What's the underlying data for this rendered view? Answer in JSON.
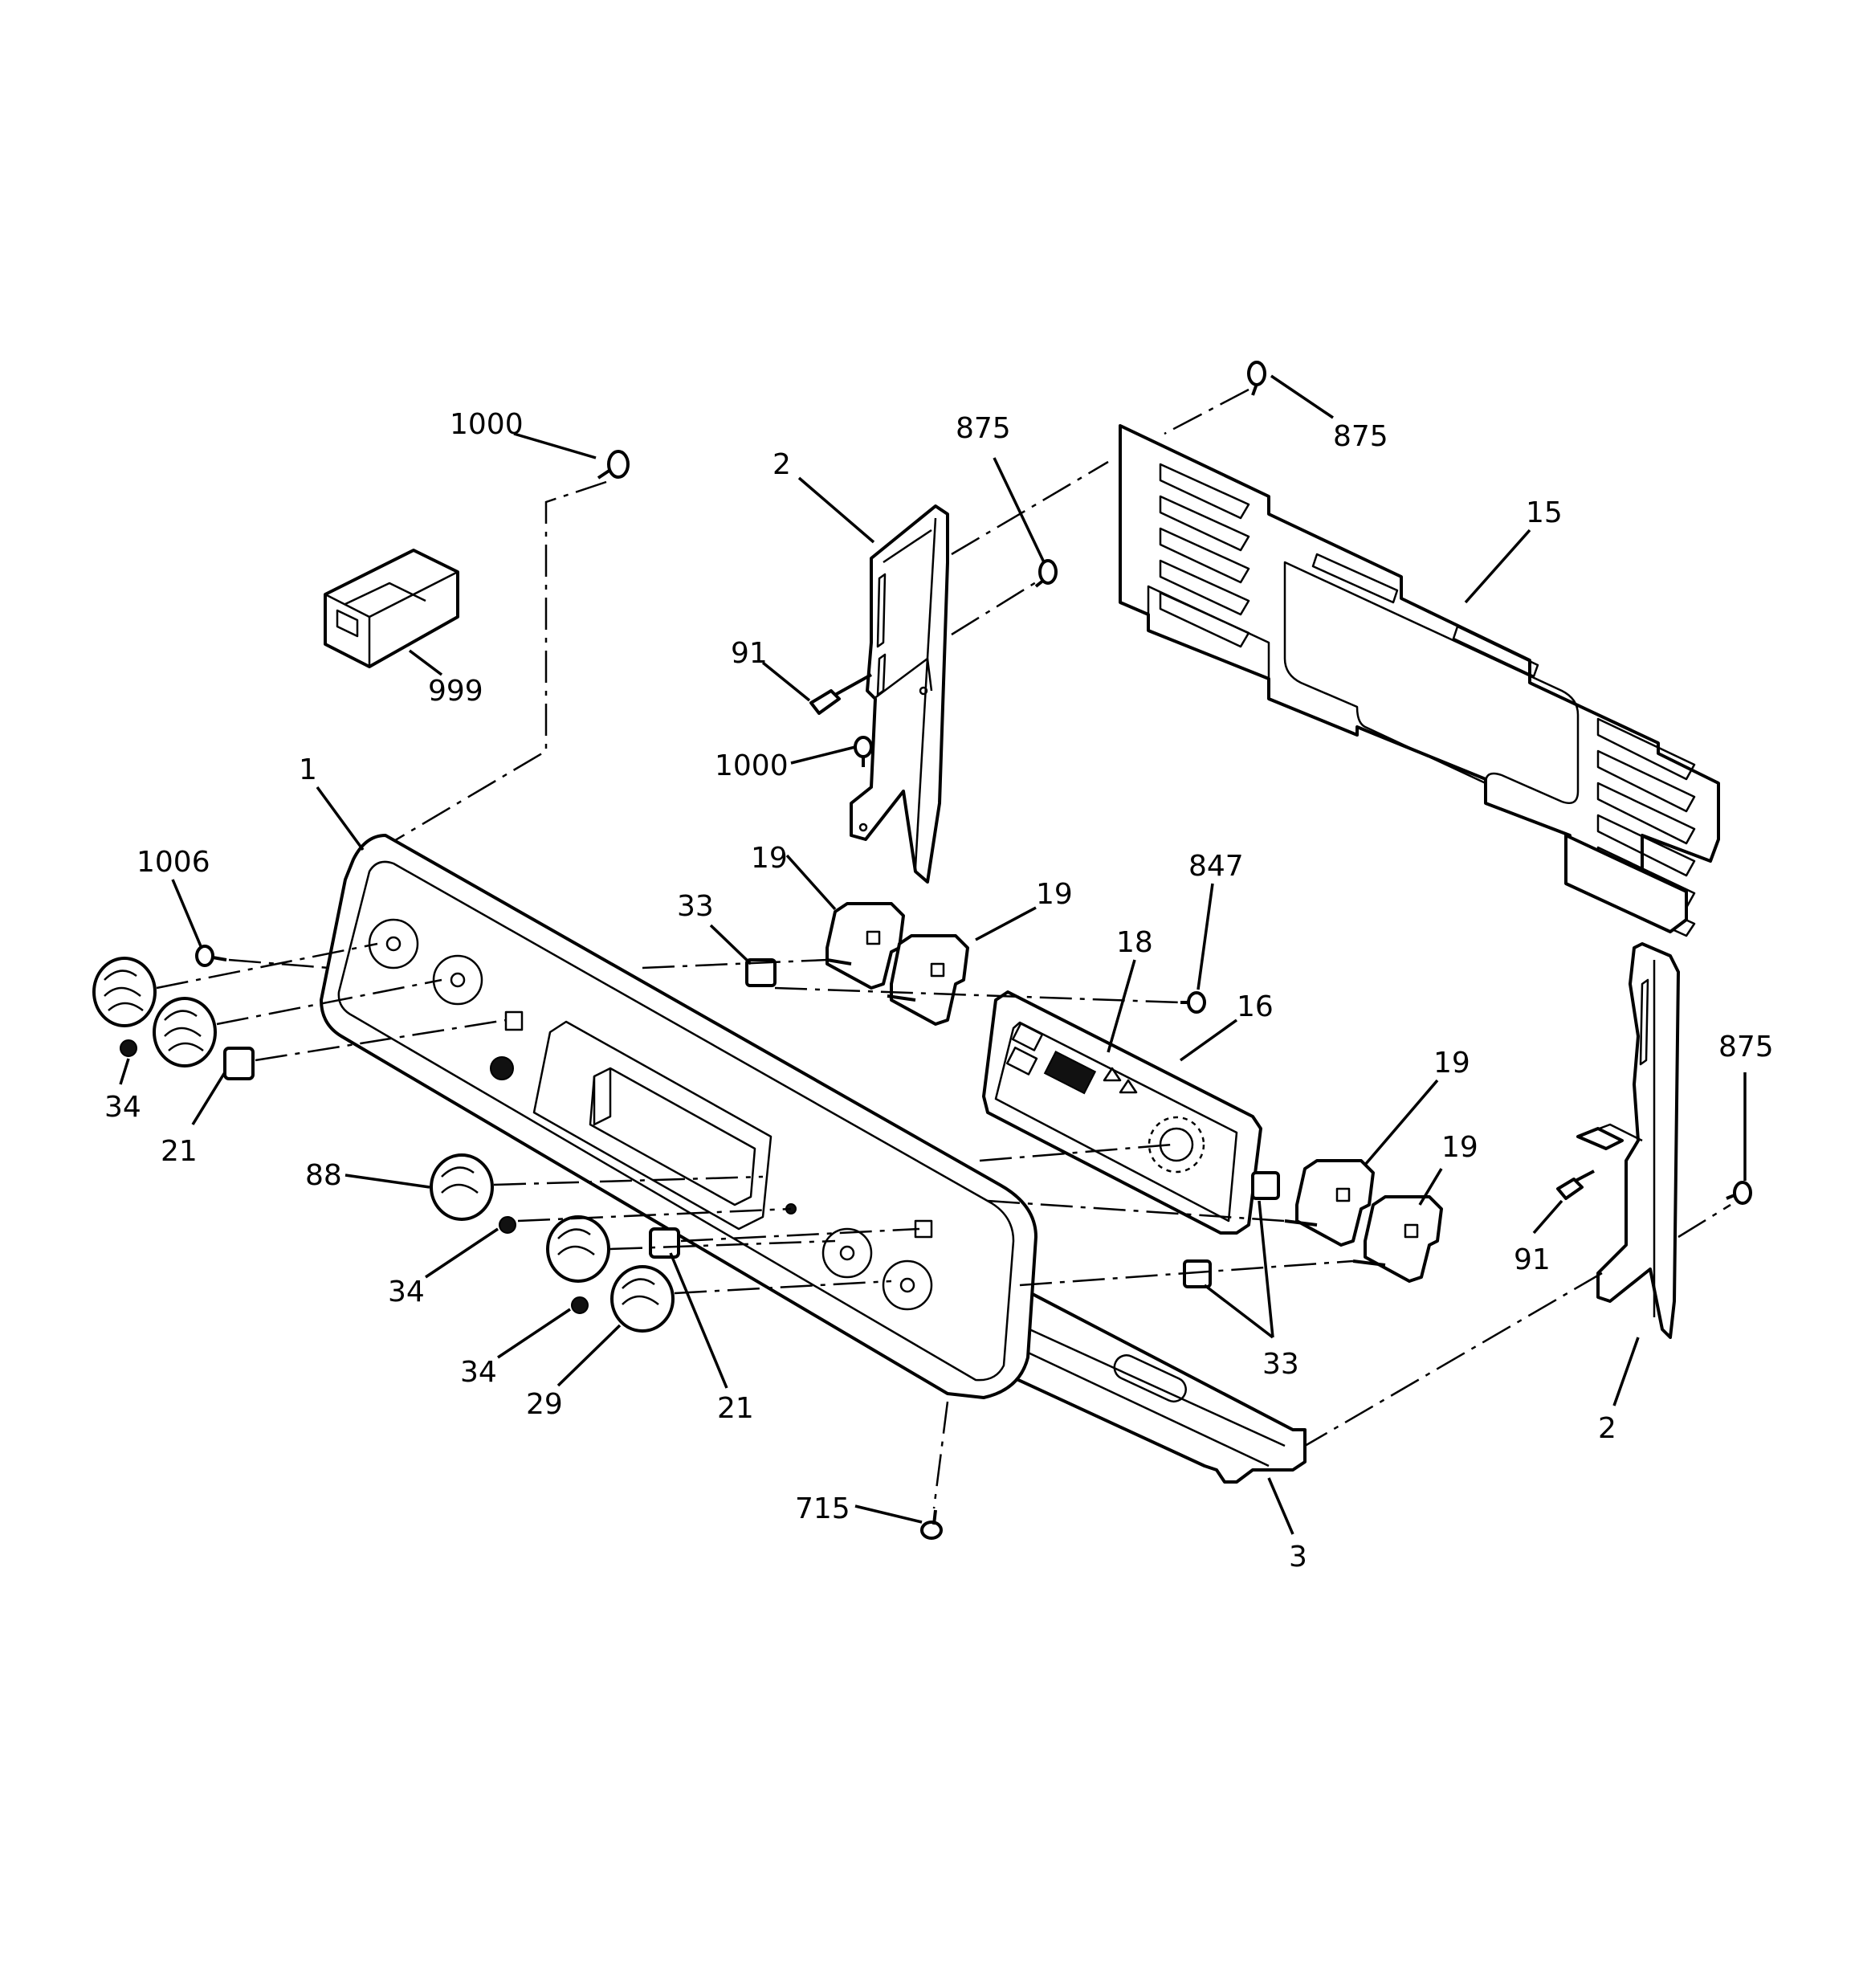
{
  "diagram": {
    "callouts": {
      "c1000a": "1000",
      "c999": "999",
      "c2a": "2",
      "c875a": "875",
      "c875b": "875",
      "c15": "15",
      "c91a": "91",
      "c1000b": "1000",
      "c1": "1",
      "c1006": "1006",
      "c34a": "34",
      "c21a": "21",
      "c19a": "19",
      "c33a": "33",
      "c19b": "19",
      "c847": "847",
      "c18": "18",
      "c16": "16",
      "c19c": "19",
      "c19d": "19",
      "c875c": "875",
      "c88": "88",
      "c34b": "34",
      "c34c": "34",
      "c29": "29",
      "c21b": "21",
      "c33b": "33",
      "c91b": "91",
      "c2b": "2",
      "c715": "715",
      "c3": "3"
    }
  }
}
